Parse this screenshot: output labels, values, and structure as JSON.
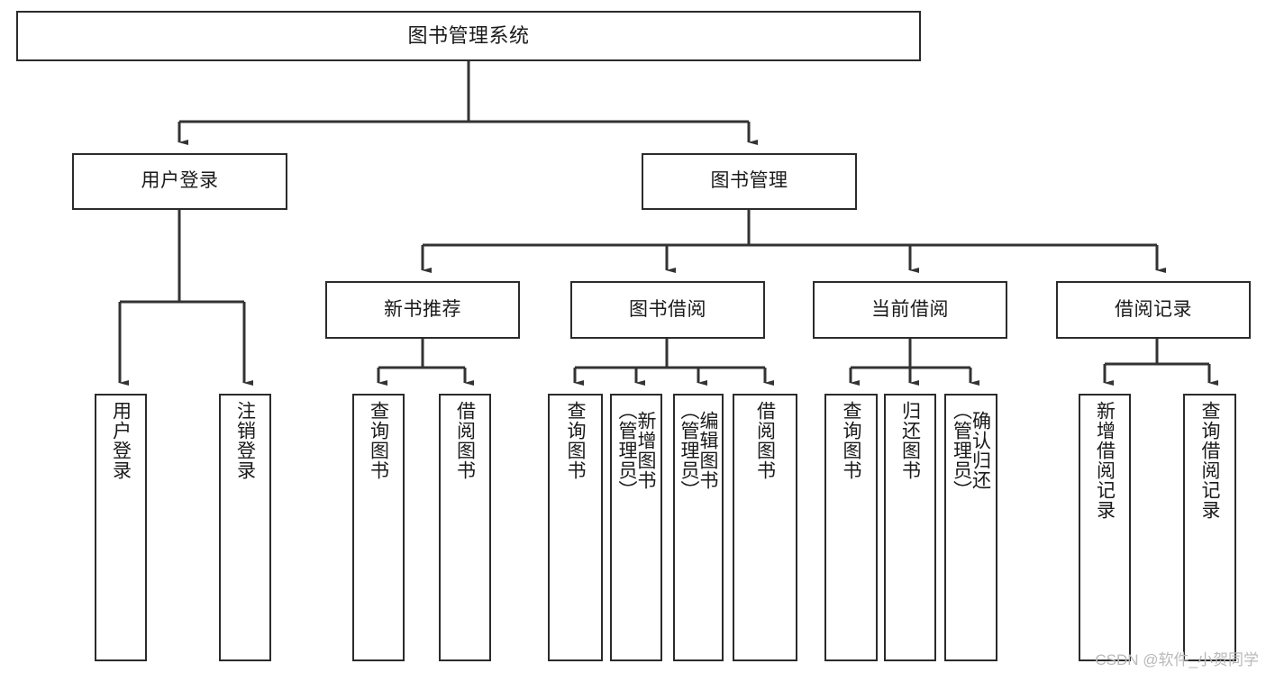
{
  "diagram": {
    "title": "图书管理系统",
    "type": "tree-hierarchy",
    "watermark": "CSDN @软件_小贺同学",
    "colors": {
      "box_border": "#2b2b2b",
      "box_fill": "#ffffff",
      "connector": "#333333",
      "text": "#1a1a1a",
      "watermark": "#b9b9b9"
    },
    "root": {
      "label": "图书管理系统"
    },
    "level1": [
      {
        "label": "用户登录"
      },
      {
        "label": "图书管理"
      }
    ],
    "level2": [
      {
        "label": "新书推荐"
      },
      {
        "label": "图书借阅"
      },
      {
        "label": "当前借阅"
      },
      {
        "label": "借阅记录"
      }
    ],
    "leaves": {
      "user_login": [
        {
          "label": "用户登录"
        },
        {
          "label": "注销登录"
        }
      ],
      "new_book_recommend": [
        {
          "label": "查询图书"
        },
        {
          "label": "借阅图书"
        }
      ],
      "book_borrow": [
        {
          "label": "查询图书"
        },
        {
          "label": "新增图书\n（管理员）"
        },
        {
          "label": "编辑图书\n（管理员）"
        },
        {
          "label": "借阅图书"
        }
      ],
      "current_borrow": [
        {
          "label": "查询图书"
        },
        {
          "label": "归还图书"
        },
        {
          "label": "确认归还\n（管理员）"
        }
      ],
      "borrow_record": [
        {
          "label": "新增借阅记录"
        },
        {
          "label": "查询借阅记录"
        }
      ]
    }
  }
}
